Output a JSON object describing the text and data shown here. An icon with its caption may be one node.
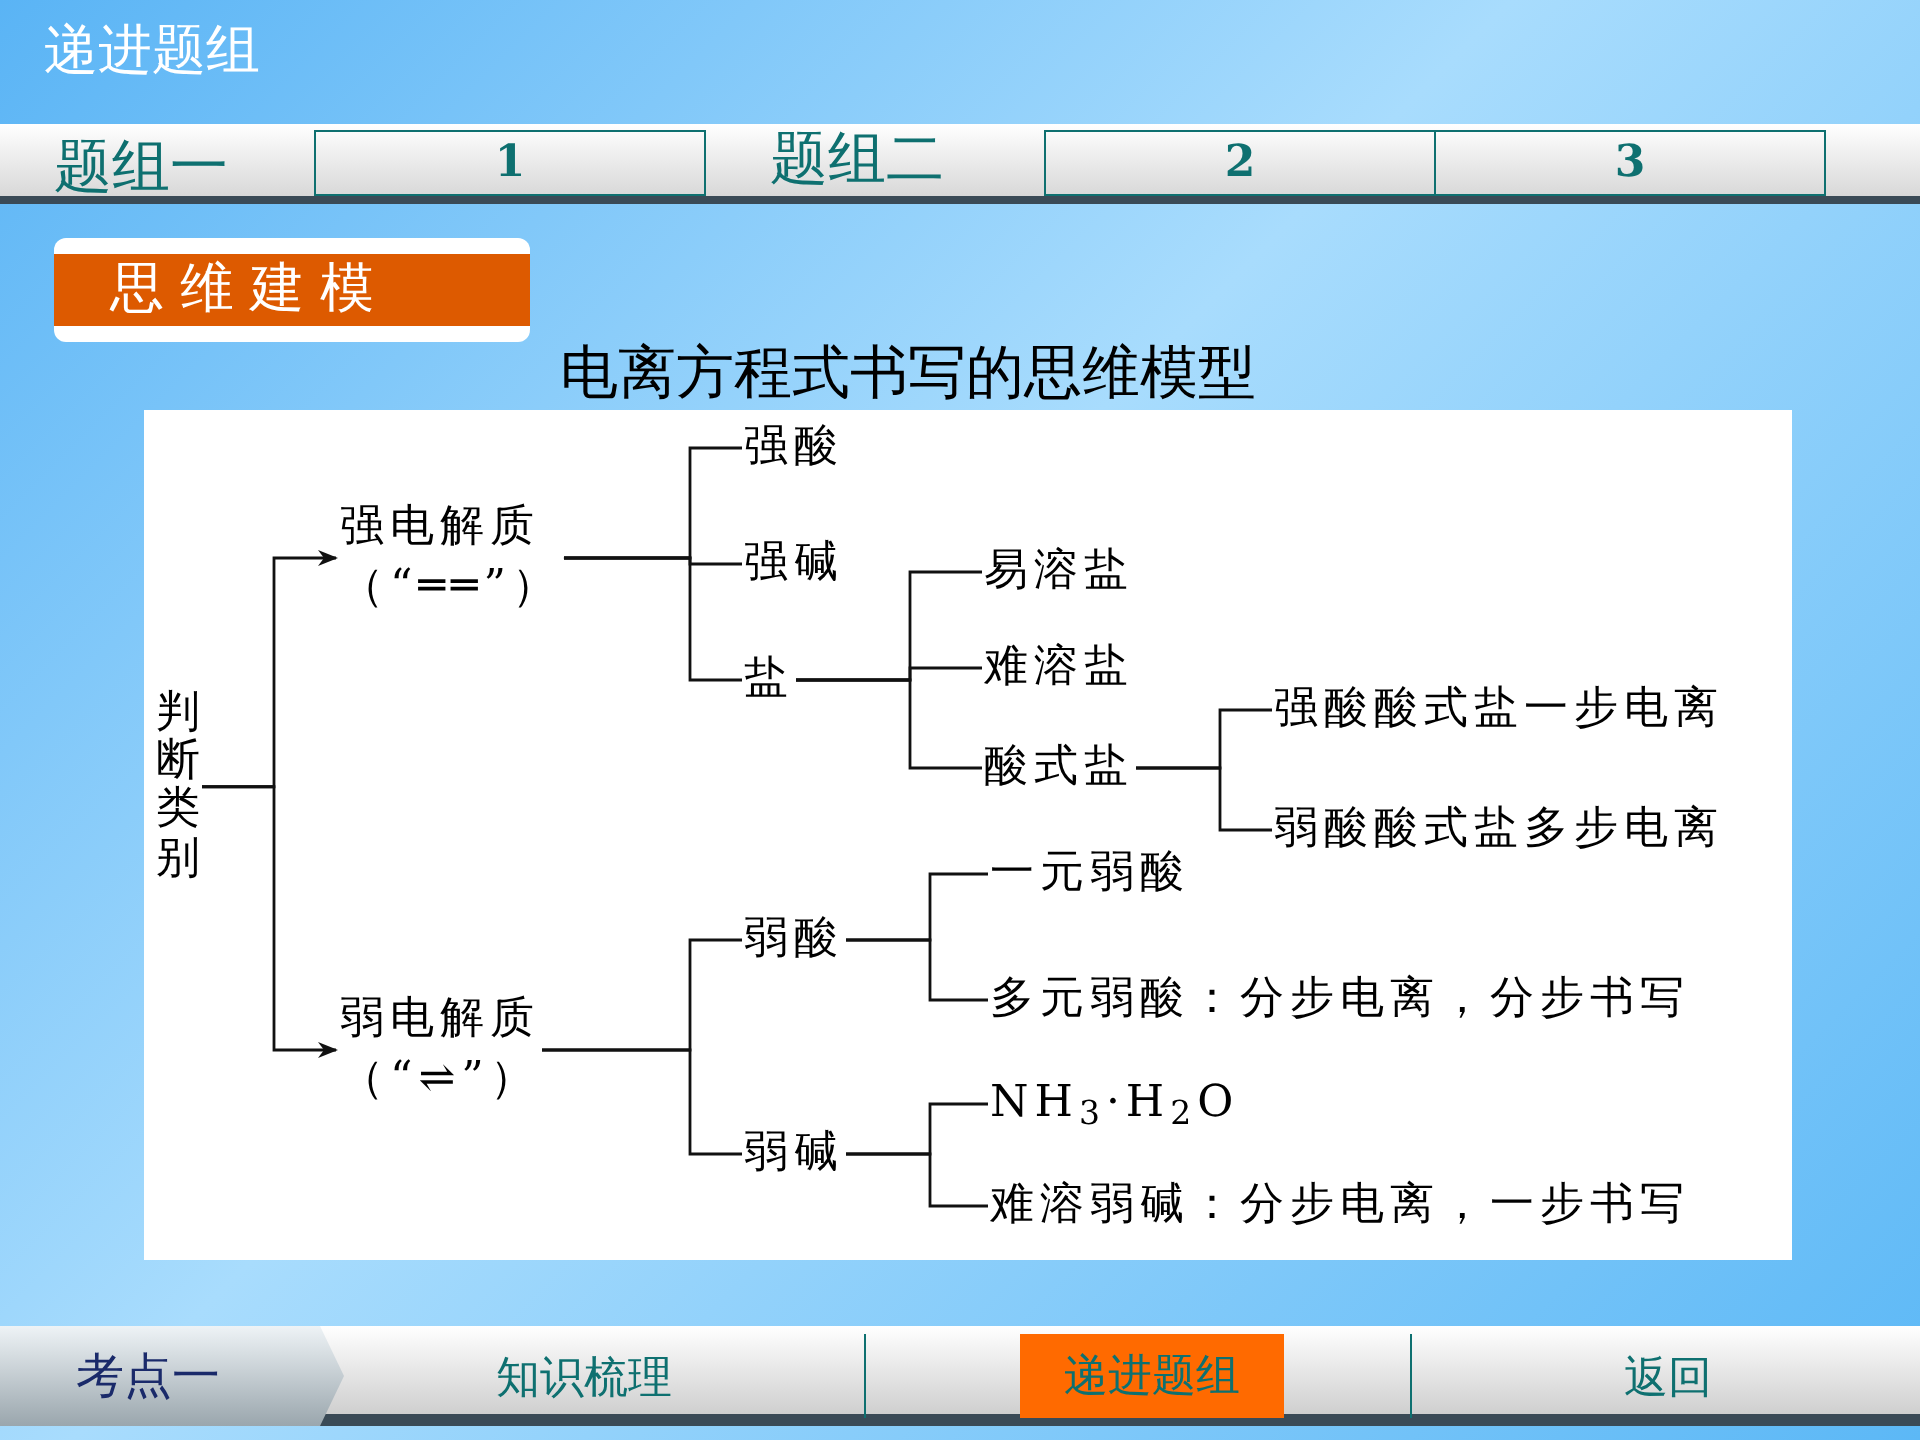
{
  "diagram": {
    "title": "电离方程式书写的思维模型",
    "nodes": [
      {
        "text": [
          "判断类别"
        ]
      },
      {
        "text": [
          "强电解质",
          "（“══”）"
        ]
      },
      {
        "text": [
          "弱电解质",
          "（“⇌”）"
        ]
      },
      {
        "text": [
          "强酸"
        ]
      },
      {
        "text": [
          "强碱"
        ]
      },
      {
        "text": [
          "盐"
        ]
      },
      {
        "text": [
          "易溶盐"
        ]
      },
      {
        "text": [
          "难溶盐"
        ]
      },
      {
        "text": [
          "酸式盐"
        ]
      },
      {
        "text": [
          "强酸酸式盐一步电离"
        ]
      },
      {
        "text": [
          "弱酸酸式盐多步电离"
        ]
      },
      {
        "text": [
          "弱酸"
        ]
      },
      {
        "text": [
          "弱碱"
        ]
      },
      {
        "text": [
          "一元弱酸"
        ]
      },
      {
        "text": [
          "多元弱酸：分步电离，分步书写"
        ]
      },
      {
        "text": [
          "NH$_{3}$·H$_{2}$O"
        ]
      },
      {
        "text": [
          "难溶弱碱：分步电离，一步书写"
        ]
      }
    ],
    "edges": [
      {
        "from": 0,
        "to": 1,
        "arrow": "to"
      },
      {
        "from": 0,
        "to": 2,
        "arrow": "to"
      },
      {
        "from": 1,
        "to": 3,
        "arrow": "none"
      },
      {
        "from": 1,
        "to": 4,
        "arrow": "none"
      },
      {
        "from": 1,
        "to": 5,
        "arrow": "none"
      },
      {
        "from": 5,
        "to": 6,
        "arrow": "none"
      },
      {
        "from": 5,
        "to": 7,
        "arrow": "none"
      },
      {
        "from": 5,
        "to": 8,
        "arrow": "none"
      },
      {
        "from": 8,
        "to": 9,
        "arrow": "none"
      },
      {
        "from": 8,
        "to": 10,
        "arrow": "none"
      },
      {
        "from": 2,
        "to": 11,
        "arrow": "none"
      },
      {
        "from": 2,
        "to": 12,
        "arrow": "none"
      },
      {
        "from": 11,
        "to": 13,
        "arrow": "none"
      },
      {
        "from": 11,
        "to": 14,
        "arrow": "none"
      },
      {
        "from": 12,
        "to": 15,
        "arrow": "none"
      },
      {
        "from": 12,
        "to": 16,
        "arrow": "none"
      }
    ],
    "labels": [
      "递进题组",
      "题组一",
      "1",
      "题组二",
      "2",
      "3",
      "思维建模",
      "考点一",
      "知识梳理",
      "递进题组",
      "返回"
    ]
  }
}
